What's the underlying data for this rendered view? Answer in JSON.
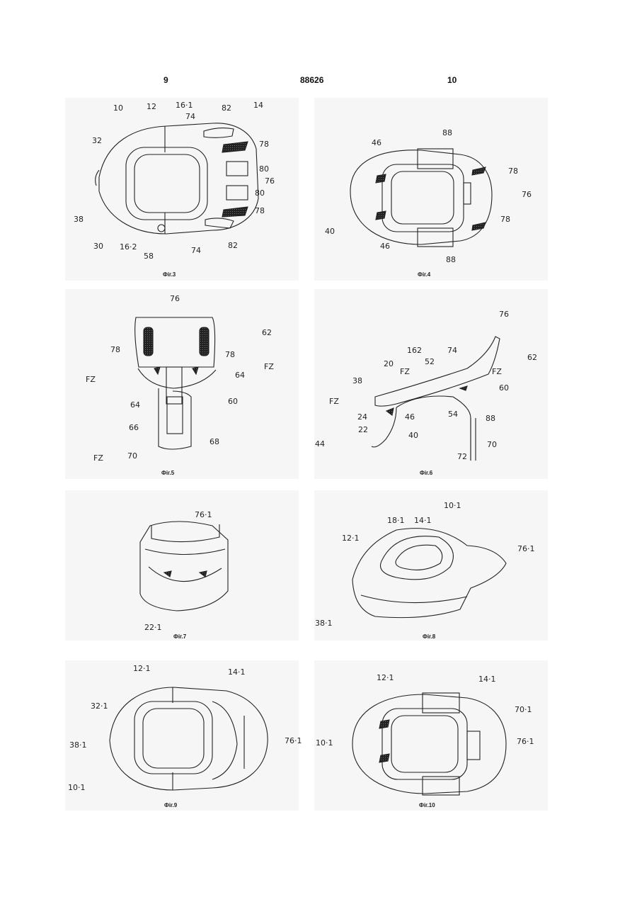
{
  "header": {
    "left_page": "9",
    "doc_number": "88626",
    "right_page": "10"
  },
  "figures": [
    {
      "caption": "Фіг.3",
      "labels": [
        "10",
        "12",
        "16·1",
        "74",
        "82",
        "14",
        "32",
        "78",
        "80",
        "76",
        "80",
        "38",
        "78",
        "30",
        "16·2",
        "58",
        "74",
        "82"
      ]
    },
    {
      "caption": "Фіг.4",
      "labels": [
        "88",
        "46",
        "78",
        "76",
        "40",
        "78",
        "46",
        "88"
      ]
    },
    {
      "caption": "Фіг.5",
      "labels": [
        "76",
        "62",
        "78",
        "78",
        "FZ",
        "FZ",
        "64",
        "64",
        "60",
        "66",
        "68",
        "FZ",
        "70"
      ]
    },
    {
      "caption": "Фіг.6",
      "labels": [
        "76",
        "162",
        "74",
        "62",
        "52",
        "20",
        "FZ",
        "FZ",
        "38",
        "60",
        "FZ",
        "46",
        "88",
        "24",
        "54",
        "22",
        "40",
        "44",
        "72",
        "70"
      ]
    },
    {
      "caption": "Фіг.7",
      "labels": [
        "76·1",
        "22·1"
      ]
    },
    {
      "caption": "Фіг.8",
      "labels": [
        "10·1",
        "18·1",
        "14·1",
        "12·1",
        "76·1",
        "38·1"
      ]
    },
    {
      "caption": "Фіг.9",
      "labels": [
        "12·1",
        "14·1",
        "32·1",
        "38·1",
        "76·1",
        "10·1"
      ]
    },
    {
      "caption": "Фіг.10",
      "labels": [
        "12·1",
        "14·1",
        "70·1",
        "10·1",
        "76·1"
      ]
    }
  ]
}
